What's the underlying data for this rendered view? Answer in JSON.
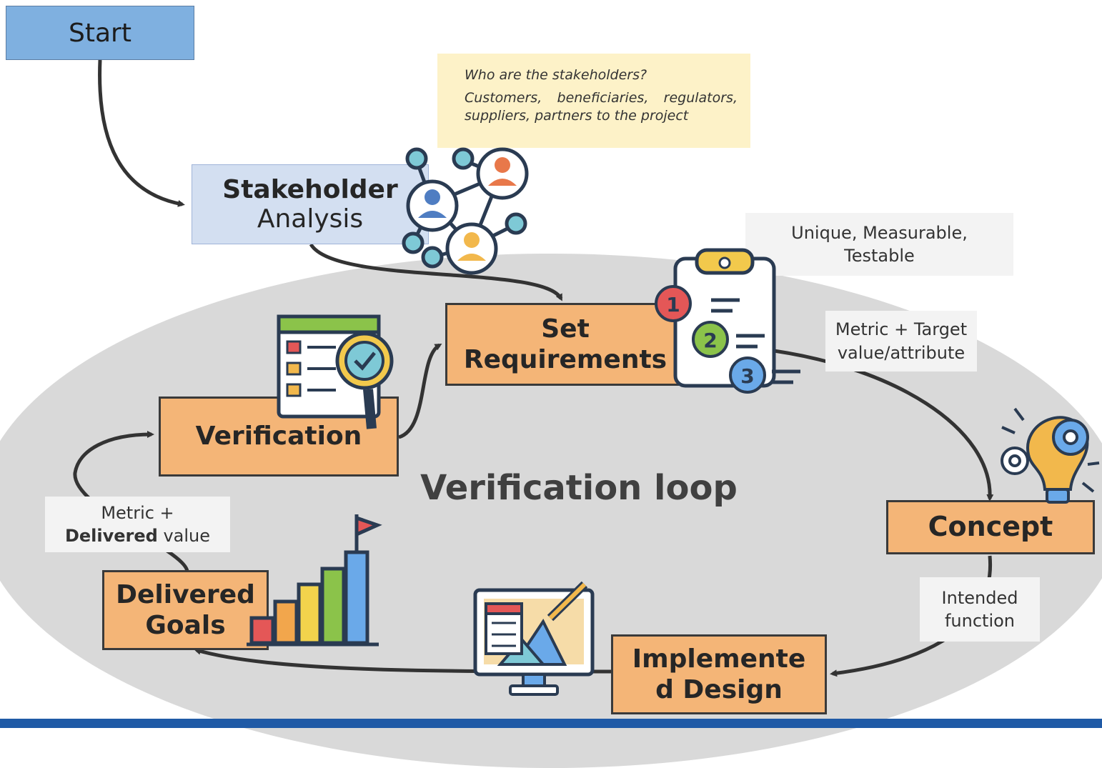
{
  "start": {
    "label": "Start"
  },
  "stakeholder_analysis": {
    "title_bold": "Stakeholder",
    "title_rest": "Analysis"
  },
  "stakeholder_note": {
    "question": "Who are the stakeholders?",
    "answer": "Customers, beneficiaries, regulators, suppliers, partners to the project"
  },
  "requirements_note": {
    "line1": "Unique, Measurable,",
    "line2": "Testable"
  },
  "target_note": {
    "line1": "Metric + Target",
    "line2": "value/attribute"
  },
  "delivered_note": {
    "line1": "Metric +",
    "line2_bold": "Delivered",
    "line2_rest": " value"
  },
  "intended_note": {
    "line1": "Intended",
    "line2": "function"
  },
  "nodes": {
    "set_requirements": {
      "line1": "Set",
      "line2": "Requirements"
    },
    "verification": {
      "label": "Verification"
    },
    "concept": {
      "label": "Concept"
    },
    "implemented_design": {
      "line1": "Implemente",
      "line2": "d Design"
    },
    "delivered_goals": {
      "line1": "Delivered",
      "line2": "Goals"
    }
  },
  "loop_title": "Verification loop",
  "colors": {
    "node_fill": "#f4b577",
    "ellipse": "#d9d9d9",
    "start_fill": "#7fb0e0",
    "stakeholder_fill": "#d3dff1",
    "note_fill": "#fdf2c8",
    "footer": "#1f5aa6"
  },
  "icons": [
    "network-people-icon",
    "numbered-clipboard-icon",
    "checklist-magnifier-icon",
    "lightbulb-gears-icon",
    "monitor-design-icon",
    "bar-chart-flag-icon"
  ]
}
